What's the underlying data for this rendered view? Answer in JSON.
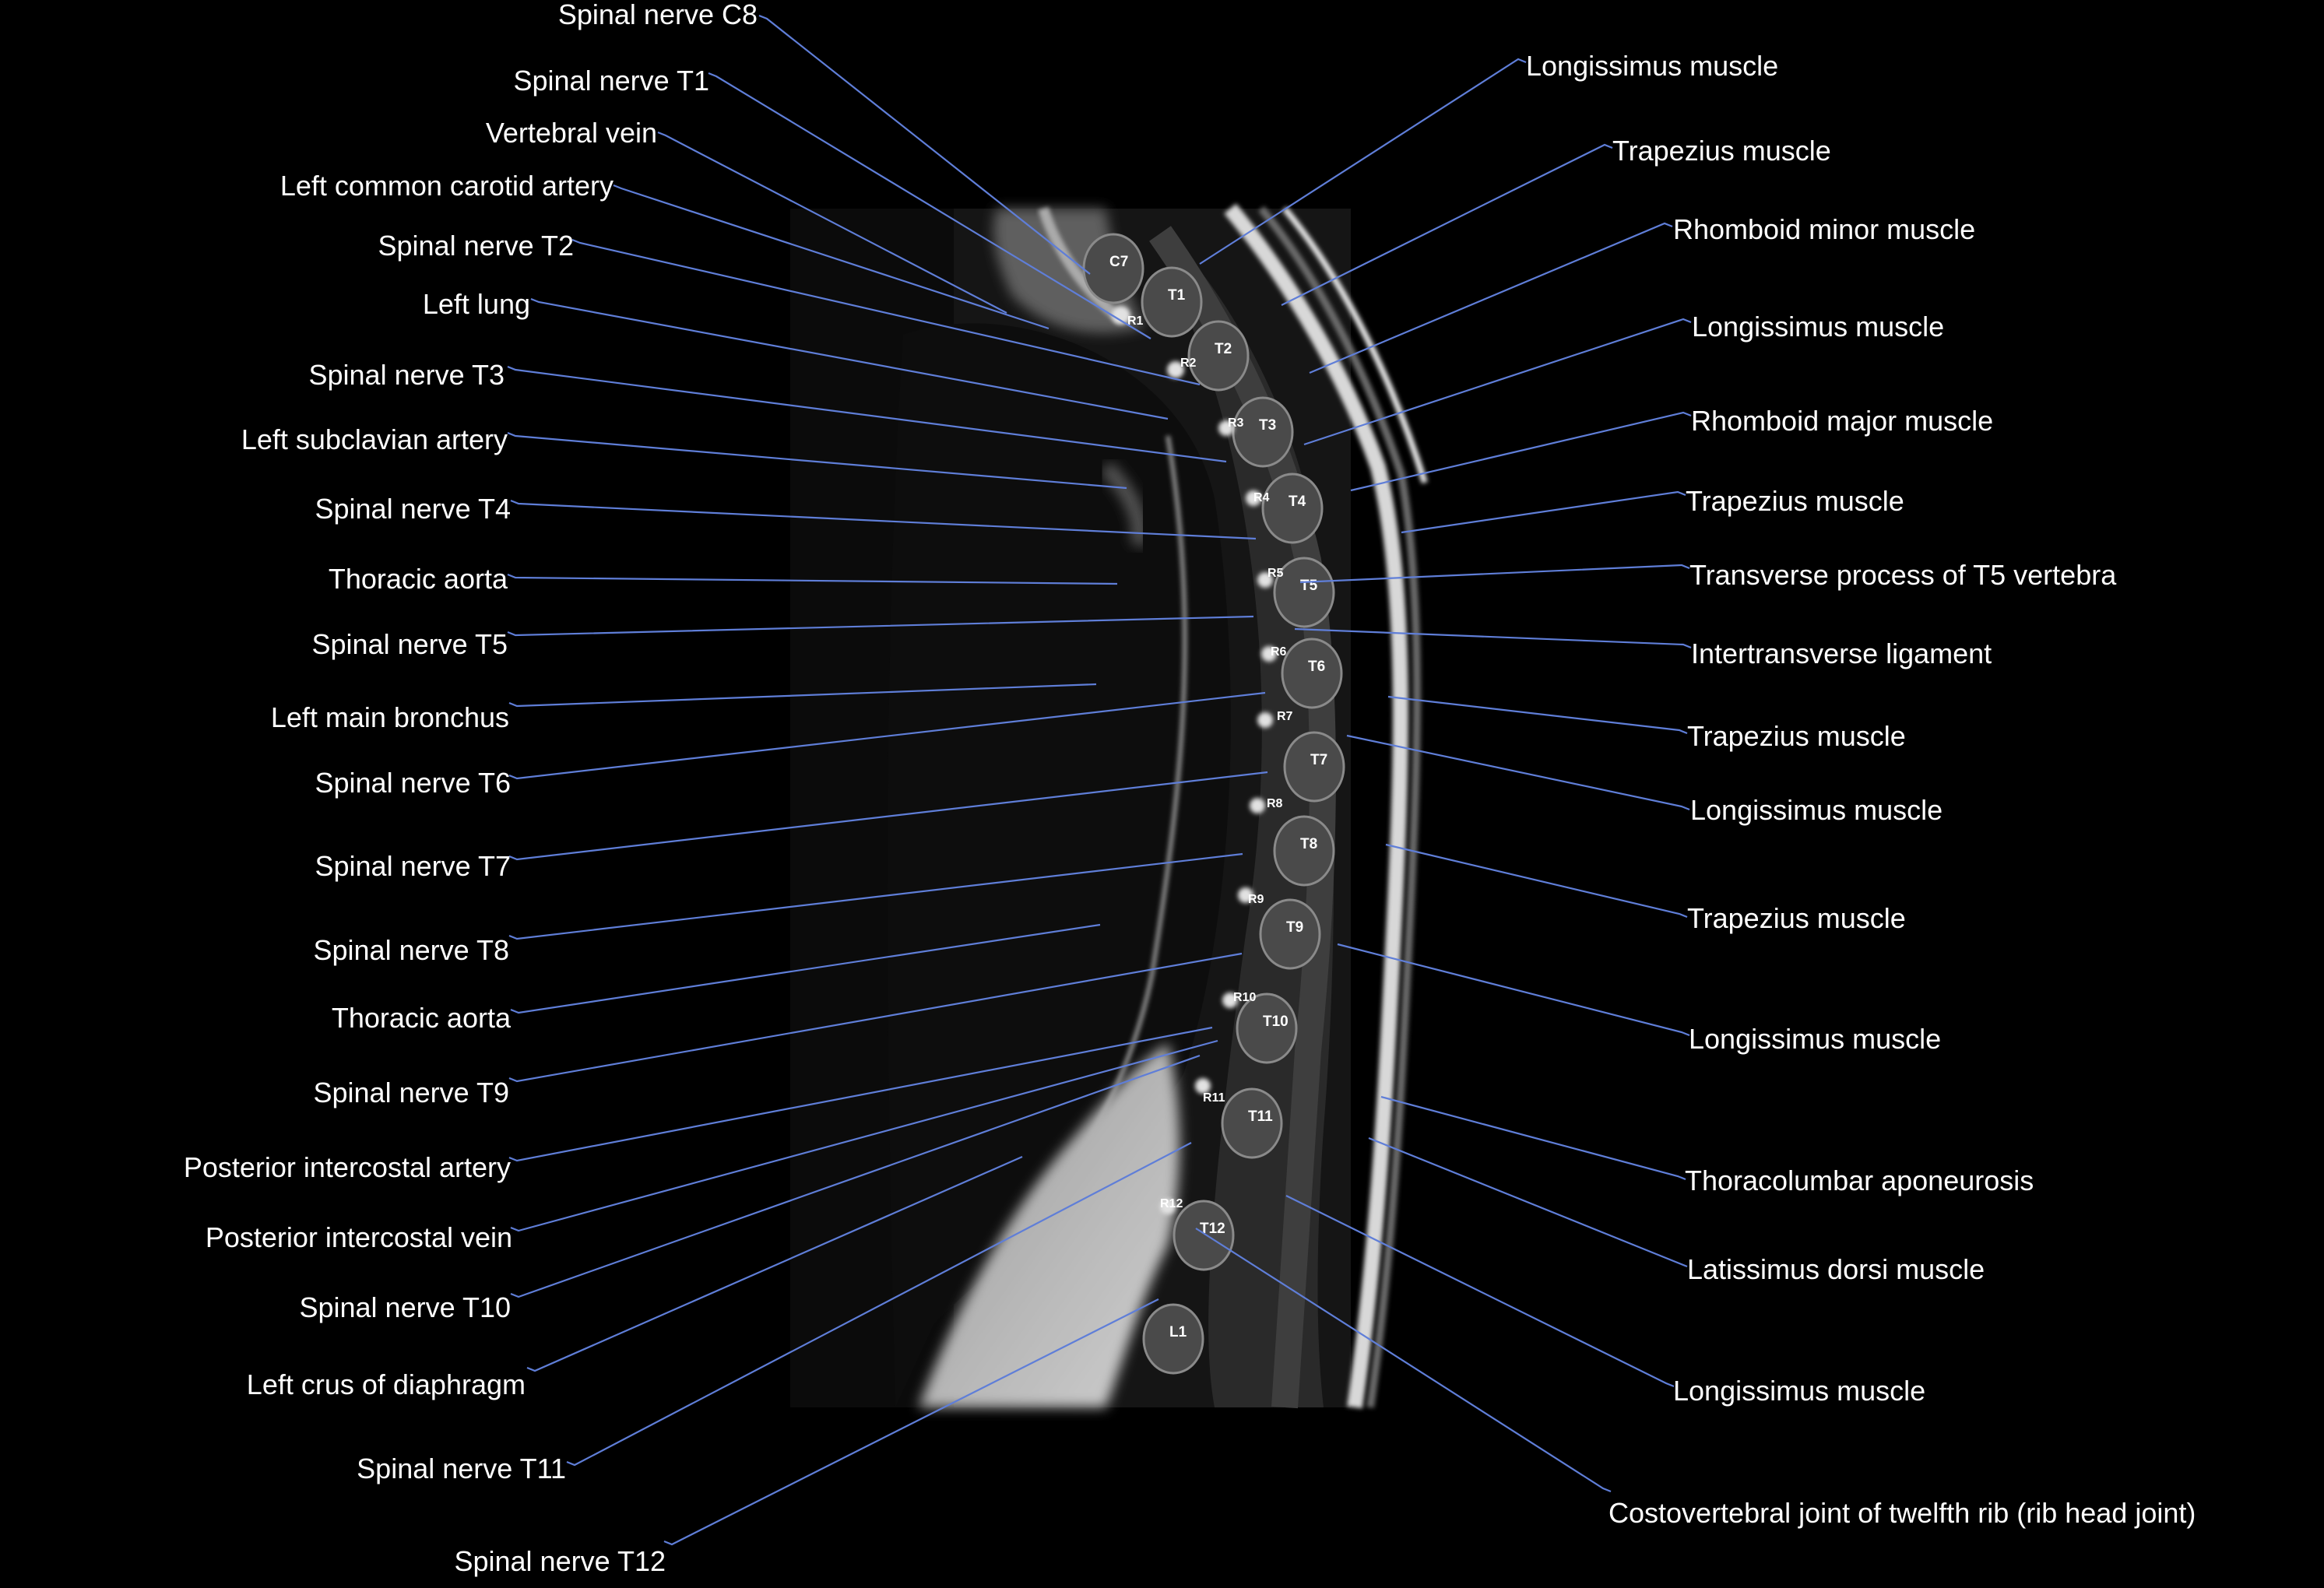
{
  "colors": {
    "background": "#000000",
    "leader_line": "#5f7ed8",
    "label_text": "#ffffff"
  },
  "left_labels": [
    "Spinal nerve C8",
    "Spinal nerve T1",
    "Vertebral vein",
    "Left common carotid artery",
    "Spinal nerve T2",
    "Left lung",
    "Spinal nerve T3",
    "Left subclavian artery",
    "Spinal nerve T4",
    "Thoracic aorta",
    "Spinal nerve T5",
    "Left main bronchus",
    "Spinal nerve T6",
    "Spinal nerve T7",
    "Spinal nerve T8",
    "Thoracic aorta",
    "Spinal nerve T9",
    "Posterior intercostal artery",
    "Posterior intercostal vein",
    "Spinal nerve T10",
    "Left crus of diaphragm",
    "Spinal nerve T11",
    "Spinal nerve T12"
  ],
  "right_labels": [
    "Longissimus muscle",
    "Trapezius muscle",
    "Rhomboid minor muscle",
    "Longissimus muscle",
    "Rhomboid major muscle",
    "Trapezius muscle",
    "Transverse process of T5 vertebra",
    "Intertransverse ligament",
    "Trapezius muscle",
    "Longissimus muscle",
    "Trapezius muscle",
    "Longissimus muscle",
    "Thoracolumbar aponeurosis",
    "Latissimus dorsi muscle",
    "Longissimus muscle",
    "Costovertebral joint of twelfth rib (rib head joint)"
  ],
  "vertebra_labels": [
    "C7",
    "T1",
    "T2",
    "T3",
    "T4",
    "T5",
    "T6",
    "T7",
    "T8",
    "T9",
    "T10",
    "T11",
    "T12",
    "L1"
  ],
  "rib_labels": [
    "R1",
    "R2",
    "R3",
    "R4",
    "R5",
    "R6",
    "R7",
    "R8",
    "R9",
    "R10",
    "R11",
    "R12"
  ]
}
